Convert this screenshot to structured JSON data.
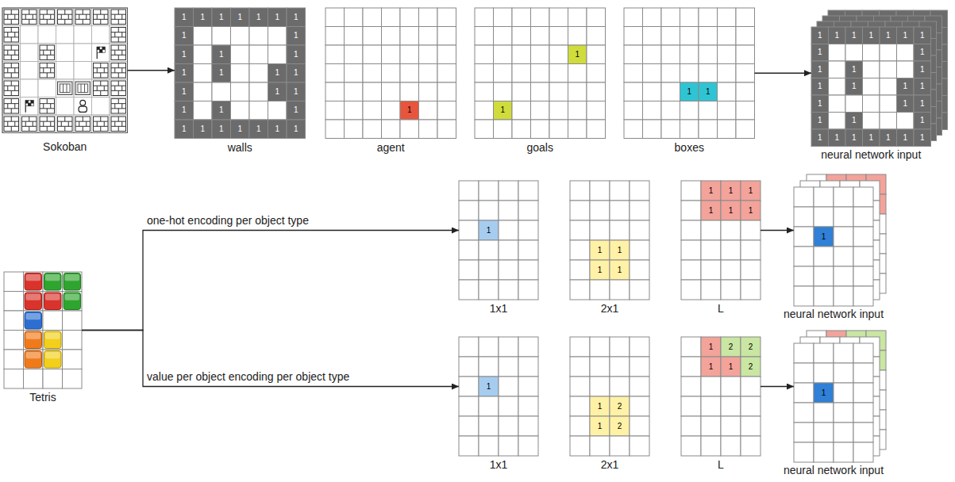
{
  "diagram": {
    "nodes": [
      {
        "text": [
          "Sokoban"
        ]
      },
      {
        "text": [
          "walls"
        ]
      },
      {
        "text": [
          "agent"
        ]
      },
      {
        "text": [
          "goals"
        ]
      },
      {
        "text": [
          "boxes"
        ]
      },
      {
        "text": [
          "neural network input"
        ]
      },
      {
        "text": [
          "Tetris"
        ]
      },
      {
        "text": [
          "1x1"
        ]
      },
      {
        "text": [
          "2x1"
        ]
      },
      {
        "text": [
          "L"
        ]
      },
      {
        "text": [
          "neural network input"
        ]
      },
      {
        "text": [
          "1x1"
        ]
      },
      {
        "text": [
          "2x1"
        ]
      },
      {
        "text": [
          "L"
        ]
      },
      {
        "text": [
          "neural network input"
        ]
      }
    ],
    "edges": [
      {
        "from": 0,
        "to": 1,
        "arrow": "to"
      },
      {
        "from": 4,
        "to": 5,
        "arrow": "to"
      },
      {
        "from": 6,
        "to": 7,
        "label": "one-hot encoding per object type",
        "arrow": "to"
      },
      {
        "from": 9,
        "to": 10,
        "arrow": "to"
      },
      {
        "from": 6,
        "to": 11,
        "label": "value per object encoding per object type",
        "arrow": "to"
      },
      {
        "from": 13,
        "to": 14,
        "arrow": "to"
      }
    ],
    "labels": [
      "1",
      "1",
      "1",
      "1",
      "1",
      "1",
      "1",
      "1",
      "1",
      "1",
      "1",
      "1",
      "1",
      "1",
      "1",
      "1",
      "1",
      "1",
      "1",
      "1",
      "1",
      "1",
      "1",
      "1",
      "1",
      "1",
      "1",
      "1",
      "1",
      "1",
      "1",
      "1",
      "1",
      "1",
      "1",
      "1",
      "1",
      "1",
      "1",
      "1",
      "1",
      "1",
      "1",
      "1",
      "1",
      "1",
      "1",
      "1",
      "1",
      "1",
      "1",
      "1",
      "1",
      "1",
      "1",
      "1",
      "1",
      "1",
      "1",
      "1",
      "1",
      "1",
      "1",
      "1",
      "1",
      "1",
      "1",
      "1",
      "1",
      "1",
      "1",
      "1",
      "1",
      "1",
      "1",
      "1",
      "1",
      "2",
      "1",
      "2",
      "1",
      "2",
      "2",
      "1",
      "1",
      "2",
      "1"
    ]
  }
}
